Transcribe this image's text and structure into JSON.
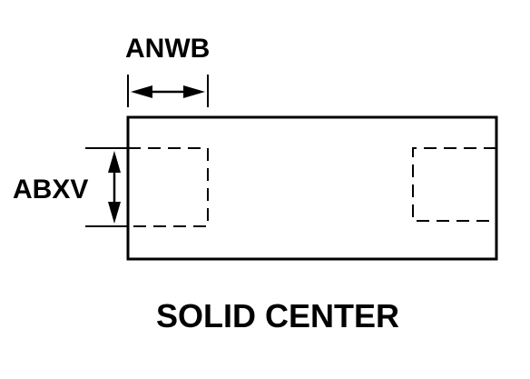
{
  "labels": {
    "width_dimension": "ANWB",
    "height_dimension": "ABXV",
    "caption": "SOLID CENTER"
  },
  "colors": {
    "line": "#000000",
    "background": "#ffffff"
  }
}
